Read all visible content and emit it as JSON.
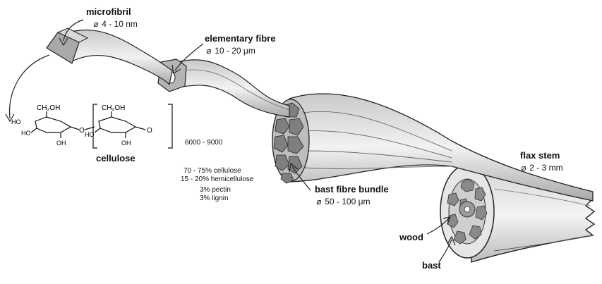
{
  "microfibril": {
    "label": "microfibril",
    "symbol": "⌀",
    "size": "4 - 10 nm"
  },
  "elementary_fibre": {
    "label": "elementary fibre",
    "symbol": "⌀",
    "size": "10 - 20  μm"
  },
  "bast_fibre_bundle": {
    "label": "bast fibre bundle",
    "symbol": "⌀",
    "size": "50 - 100  μm"
  },
  "flax_stem": {
    "label": "flax stem",
    "symbol": "⌀",
    "size": "2 - 3 mm"
  },
  "cellulose": {
    "label": "cellulose",
    "degree_of_polymerization": "6000 - 9000",
    "formula_labels": {
      "ch2oh_left": "CH₂OH",
      "ch2oh_right": "CH₂OH",
      "ho_left_top": "HO",
      "ho_left_mid": "HO",
      "oh_left_bottom": "OH",
      "o_link": "O",
      "ho_right_mid": "HO",
      "oh_right_bottom": "OH",
      "o_right_end": "O"
    }
  },
  "composition": [
    "70 - 75% cellulose",
    "15 - 20% hemicellulose",
    "3% pectin",
    "3% lignin"
  ],
  "stem_parts": {
    "wood": "wood",
    "bast": "bast"
  }
}
